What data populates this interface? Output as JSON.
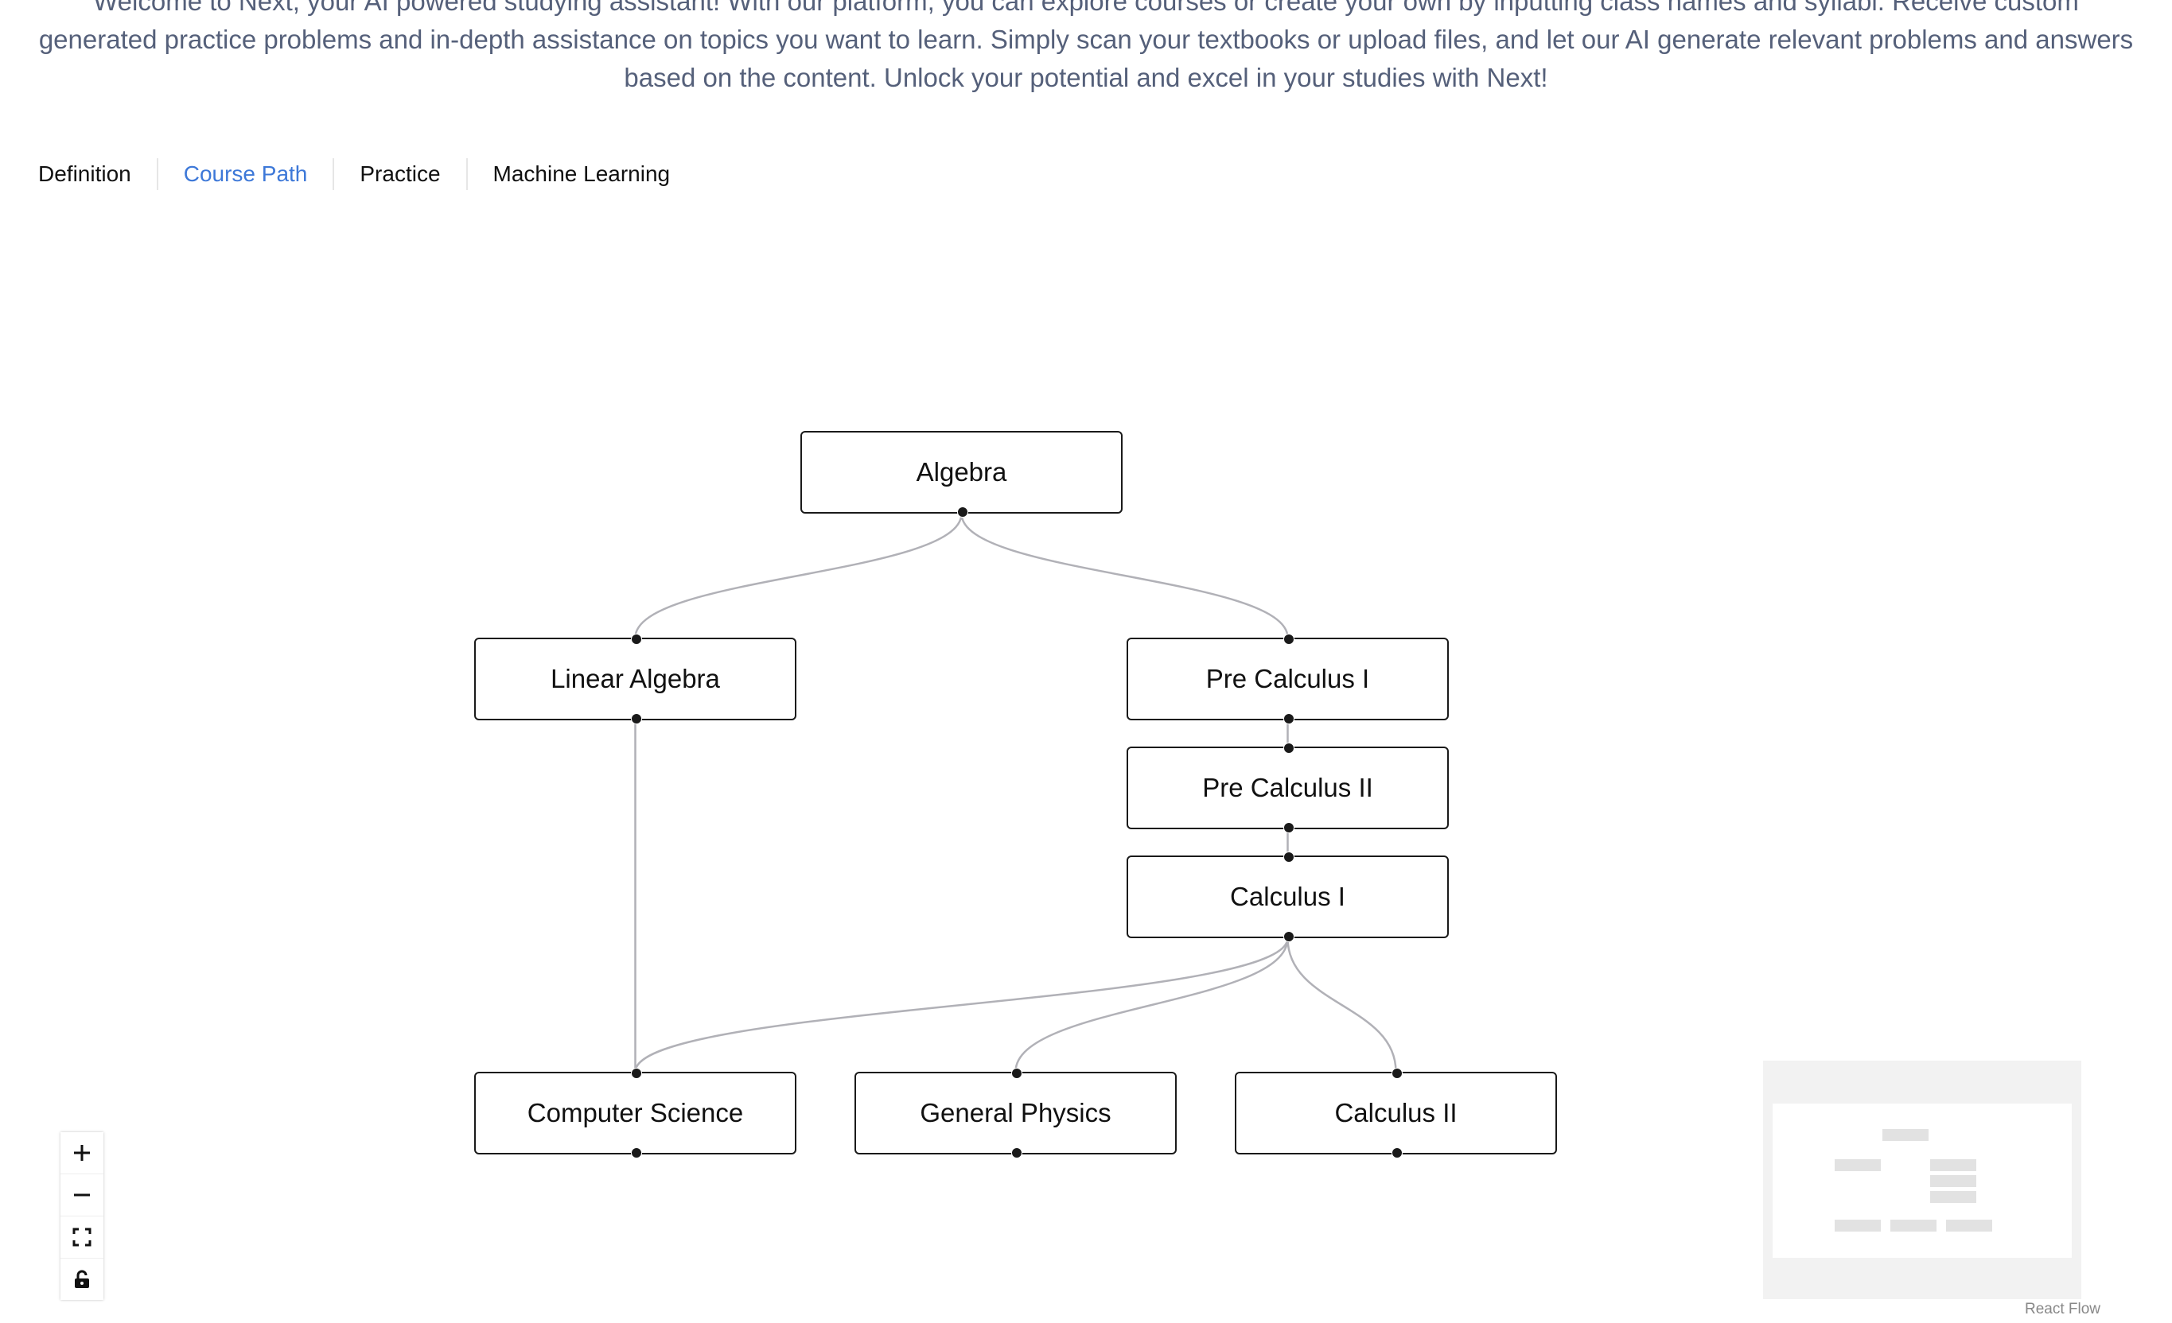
{
  "intro": {
    "line1": "Welcome to Next, your AI powered studying assistant! With our platform, you can explore courses or create your own by inputting class names and syllabi. Receive custom generated practice problems and in-depth assistance on topics you want to learn. Simply scan your textbooks or upload files, and let our AI generate relevant problems and answers based on the content. Unlock your potential and excel in your studies with Next!"
  },
  "tabs": [
    {
      "label": "Definition",
      "active": false
    },
    {
      "label": "Course Path",
      "active": true
    },
    {
      "label": "Practice",
      "active": false
    },
    {
      "label": "Machine Learning",
      "active": false
    }
  ],
  "flow": {
    "nodes": [
      {
        "id": "algebra",
        "label": "Algebra"
      },
      {
        "id": "linear-algebra",
        "label": "Linear Algebra"
      },
      {
        "id": "pre-calculus-1",
        "label": "Pre Calculus I"
      },
      {
        "id": "pre-calculus-2",
        "label": "Pre Calculus II"
      },
      {
        "id": "calculus-1",
        "label": "Calculus I"
      },
      {
        "id": "computer-science",
        "label": "Computer Science"
      },
      {
        "id": "general-physics",
        "label": "General Physics"
      },
      {
        "id": "calculus-2",
        "label": "Calculus II"
      }
    ],
    "edges": [
      {
        "from": "algebra",
        "to": "linear-algebra"
      },
      {
        "from": "algebra",
        "to": "pre-calculus-1"
      },
      {
        "from": "pre-calculus-1",
        "to": "pre-calculus-2"
      },
      {
        "from": "pre-calculus-2",
        "to": "calculus-1"
      },
      {
        "from": "linear-algebra",
        "to": "computer-science"
      },
      {
        "from": "calculus-1",
        "to": "computer-science"
      },
      {
        "from": "calculus-1",
        "to": "general-physics"
      },
      {
        "from": "calculus-1",
        "to": "calculus-2"
      }
    ],
    "edge_color": "#b1b1b7"
  },
  "controls": {
    "zoom_in_icon": "plus-icon",
    "zoom_out_icon": "minus-icon",
    "fit_view_icon": "fit-view-icon",
    "lock_icon": "lock-icon"
  },
  "attribution": "React Flow",
  "colors": {
    "active_tab": "#3d78d8",
    "intro_text": "#55607a"
  }
}
